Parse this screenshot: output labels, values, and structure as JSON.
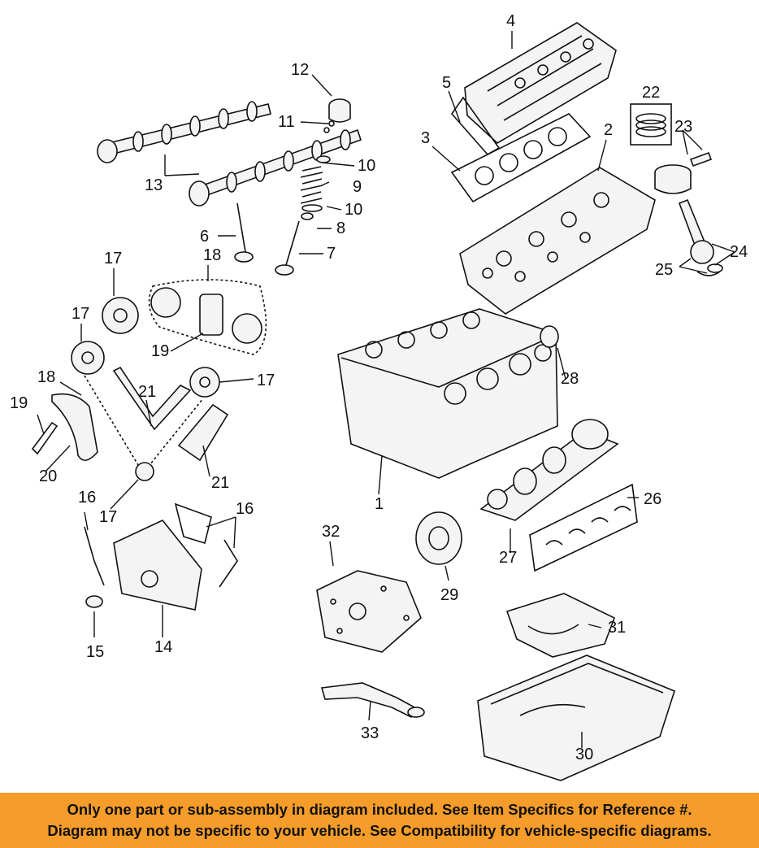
{
  "callouts": {
    "c1": "1",
    "c2": "2",
    "c3": "3",
    "c4": "4",
    "c5": "5",
    "c6": "6",
    "c7": "7",
    "c8": "8",
    "c9": "9",
    "c10a": "10",
    "c10b": "10",
    "c11": "11",
    "c12": "12",
    "c13": "13",
    "c14": "14",
    "c15": "15",
    "c16a": "16",
    "c16b": "16",
    "c17a": "17",
    "c17b": "17",
    "c17c": "17",
    "c17d": "17",
    "c18a": "18",
    "c18b": "18",
    "c19a": "19",
    "c19b": "19",
    "c20": "20",
    "c21a": "21",
    "c21b": "21",
    "c22": "22",
    "c23": "23",
    "c24": "24",
    "c25": "25",
    "c26": "26",
    "c27": "27",
    "c28": "28",
    "c29": "29",
    "c30": "30",
    "c31": "31",
    "c32": "32",
    "c33": "33"
  },
  "footer": {
    "line1": "Only one part or sub-assembly in diagram included. See Item Specifics for Reference #.",
    "line2": "Diagram may not be specific to your vehicle. See Compatibility for vehicle-specific diagrams."
  },
  "colors": {
    "footer_background": "#f59c2a",
    "line_art": "#111111",
    "background": "#ffffff"
  }
}
